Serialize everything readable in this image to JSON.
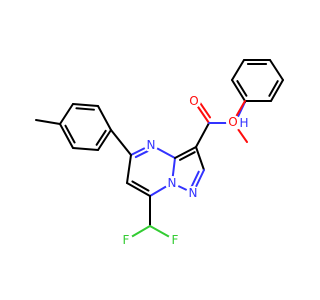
{
  "colors": {
    "carbon": "#000000",
    "nitrogen": "#3333ff",
    "oxygen": "#ff0d0d",
    "fluorine": "#33cc33",
    "background": "#ffffff"
  },
  "atoms": [
    {
      "id": "n-amide",
      "label": "N",
      "element": "nitrogen"
    },
    {
      "id": "h-amide",
      "label": "H",
      "element": "nitrogen"
    },
    {
      "id": "o-carbonyl",
      "label": "O",
      "element": "oxygen"
    },
    {
      "id": "o-methoxy",
      "label": "O",
      "element": "oxygen"
    },
    {
      "id": "n-pyrimidine",
      "label": "N",
      "element": "nitrogen"
    },
    {
      "id": "n-bridge",
      "label": "N",
      "element": "nitrogen"
    },
    {
      "id": "n-pyrazole",
      "label": "N",
      "element": "nitrogen"
    },
    {
      "id": "f-left",
      "label": "F",
      "element": "fluorine"
    },
    {
      "id": "f-right",
      "label": "F",
      "element": "fluorine"
    }
  ]
}
